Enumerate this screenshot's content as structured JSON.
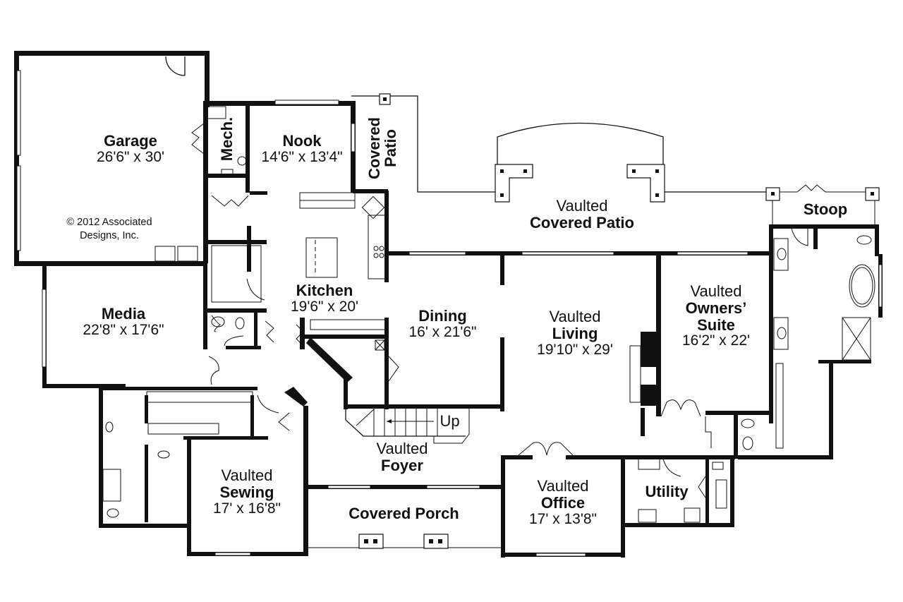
{
  "title": "Floor Plan",
  "copyright": {
    "line1": "© 2012 Associated",
    "line2": "Designs, Inc."
  },
  "rooms": {
    "garage": {
      "name": "Garage",
      "dims": "26'6\" x 30'"
    },
    "mech": {
      "name": "Mech."
    },
    "nook": {
      "name": "Nook",
      "dims": "14'6\" x 13'4\""
    },
    "covered_patio_small": {
      "line1": "Covered",
      "line2": "Patio"
    },
    "vaulted_covered_patio": {
      "prefix": "Vaulted",
      "name": "Covered Patio"
    },
    "stoop": {
      "name": "Stoop"
    },
    "kitchen": {
      "name": "Kitchen",
      "dims": "19'6\" x 20'"
    },
    "media": {
      "name": "Media",
      "dims": "22'8\" x 17'6\""
    },
    "dining": {
      "name": "Dining",
      "dims": "16' x 21'6\""
    },
    "living": {
      "prefix": "Vaulted",
      "name": "Living",
      "dims": "19'10\" x 29'"
    },
    "owners_suite": {
      "prefix": "Vaulted",
      "name1": "Owners’",
      "name2": "Suite",
      "dims": "16'2\" x 22'"
    },
    "foyer": {
      "prefix": "Vaulted",
      "name": "Foyer"
    },
    "stairs": {
      "label": "Up"
    },
    "sewing": {
      "prefix": "Vaulted",
      "name": "Sewing",
      "dims": "17' x 16'8\""
    },
    "covered_porch": {
      "name": "Covered Porch"
    },
    "office": {
      "prefix": "Vaulted",
      "name": "Office",
      "dims": "17' x 13'8\""
    },
    "utility": {
      "name": "Utility"
    }
  }
}
